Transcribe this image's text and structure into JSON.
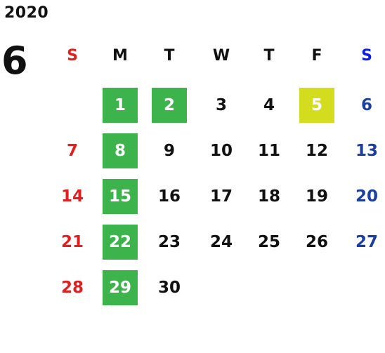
{
  "year": "2020",
  "month": "6",
  "weekdays": [
    {
      "label": "S",
      "color": "#e02020"
    },
    {
      "label": "M",
      "color": "#111111"
    },
    {
      "label": "T",
      "color": "#111111"
    },
    {
      "label": "W",
      "color": "#111111"
    },
    {
      "label": "T",
      "color": "#111111"
    },
    {
      "label": "F",
      "color": "#111111"
    },
    {
      "label": "S",
      "color": "#0a1ee0"
    }
  ],
  "weeks": [
    [
      "",
      "1",
      "2",
      "3",
      "4",
      "5",
      "6"
    ],
    [
      "7",
      "8",
      "9",
      "10",
      "11",
      "12",
      "13"
    ],
    [
      "14",
      "15",
      "16",
      "17",
      "18",
      "19",
      "20"
    ],
    [
      "21",
      "22",
      "23",
      "24",
      "25",
      "26",
      "27"
    ],
    [
      "28",
      "29",
      "30",
      "",
      "",
      "",
      ""
    ]
  ],
  "highlighted_green": [
    "1",
    "2",
    "8",
    "15",
    "22",
    "29"
  ],
  "highlighted_lime": [
    "5"
  ],
  "colors": {
    "sunday": "#e02020",
    "saturday": "#1a3fa0",
    "weekday": "#111111",
    "green_highlight": "#3cb44b",
    "lime_highlight": "#d4dc1e"
  }
}
